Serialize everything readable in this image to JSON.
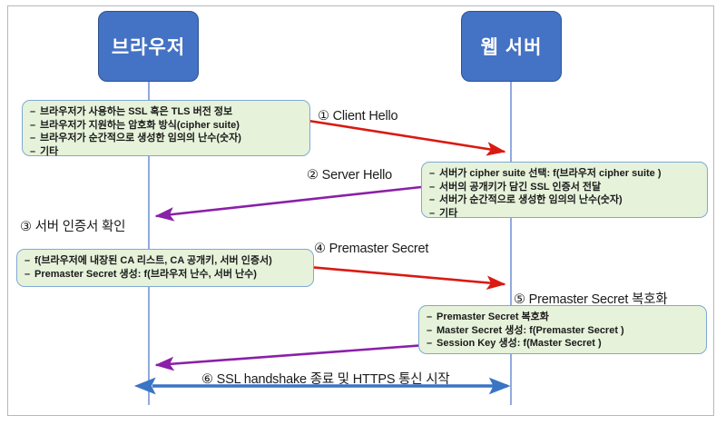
{
  "diagram": {
    "title": "SSL/TLS Handshake",
    "colors": {
      "actor_fill": "#4472C4",
      "actor_border": "#2F528F",
      "note_fill": "#E6F2DA",
      "note_border": "#7EA9D6",
      "lifeline": "#8FAADC",
      "arrow_red": "#D91A12",
      "arrow_purple": "#8A20A8",
      "arrow_blue": "#3A74C4",
      "frame": "#B7B7B7",
      "text": "#1B1B1B"
    }
  },
  "actors": {
    "browser": "브라우저",
    "server": "웹 서버"
  },
  "steps": [
    {
      "id": "1",
      "marker": "①",
      "label": "① Client Hello",
      "from": "browser",
      "to": "server",
      "color": "#D91A12"
    },
    {
      "id": "2",
      "marker": "②",
      "label": "② Server Hello",
      "from": "server",
      "to": "browser",
      "color": "#8A20A8"
    },
    {
      "id": "3",
      "marker": "③",
      "label": "③ 서버 인증서 확인",
      "from": "browser",
      "to": "browser",
      "color": "#1B1B1B"
    },
    {
      "id": "4",
      "marker": "④",
      "label": "④ Premaster Secret",
      "from": "browser",
      "to": "server",
      "color": "#D91A12"
    },
    {
      "id": "5",
      "marker": "⑤",
      "label": "⑤ Premaster Secret 복호화",
      "from": "server",
      "to": "server",
      "color": "#1B1B1B"
    },
    {
      "id": "6",
      "marker": "⑥",
      "label": "⑥ SSL handshake 종료 및 HTTPS 통신 시작",
      "from": "both",
      "to": "both",
      "color": "#3A74C4"
    }
  ],
  "notes": {
    "client_hello": {
      "owner": "browser",
      "lines": [
        "브라우저가 사용하는 SSL 혹은 TLS 버전 정보",
        "브라우저가 지원하는 암호화 방식(cipher suite)",
        "브라우저가 순간적으로 생성한 임의의 난수(숫자)",
        "기타"
      ]
    },
    "server_hello": {
      "owner": "server",
      "lines": [
        "서버가 cipher suite 선택: f(브라우저 cipher suite )",
        "서버의 공개키가 담긴 SSL 인증서 전달",
        "서버가 순간적으로 생성한 임의의 난수(숫자)",
        "기타"
      ]
    },
    "cert_check": {
      "owner": "browser",
      "lines": [
        "f(브라우저에 내장된 CA 리스트, CA 공개키, 서버 인증서)",
        "Premaster Secret 생성: f(브라우저 난수, 서버 난수)"
      ]
    },
    "premaster_decrypt": {
      "owner": "server",
      "lines": [
        "Premaster Secret 복호화",
        "Master Secret 생성: f(Premaster Secret )",
        "Session Key 생성: f(Master Secret )"
      ]
    }
  }
}
